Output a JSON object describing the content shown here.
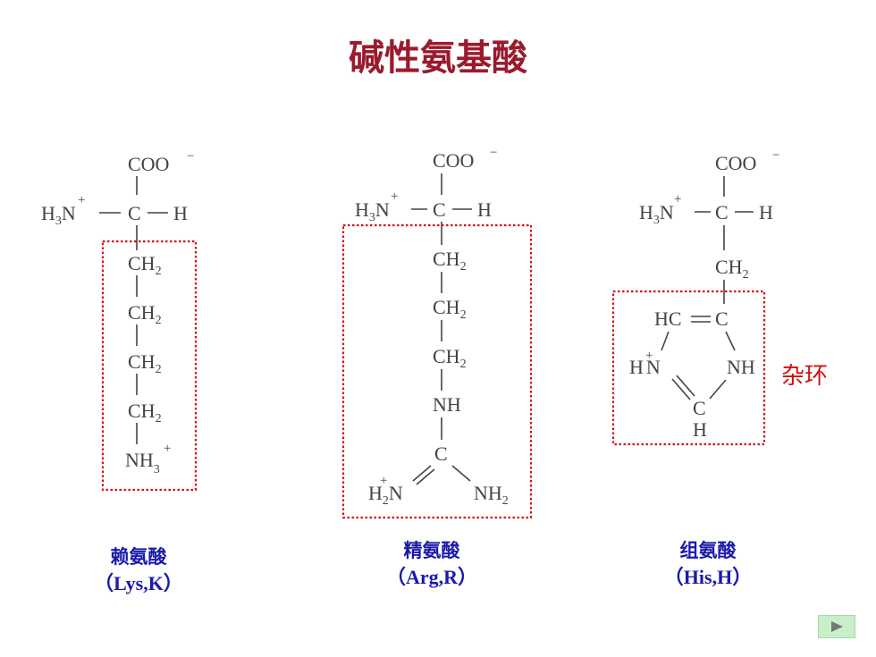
{
  "title": "碱性氨基酸",
  "colors": {
    "title": "#9a1a2c",
    "box": "#d01010",
    "names": "#1a1aaa",
    "ring_label": "#d01010",
    "structure": "#444444"
  },
  "structure_labels": {
    "coo": "COO",
    "minus": "−",
    "c": "C",
    "h": "H",
    "ch": "CH",
    "two": "2",
    "three": "3",
    "nh": "NH",
    "n": "N",
    "plus": "+",
    "hc": "HC",
    "eq": "=",
    "bs": "\\",
    "sl": "/"
  },
  "amino_acids": [
    {
      "name": "赖氨酸",
      "abbr": "（Lys,K）"
    },
    {
      "name": "精氨酸",
      "abbr": "（Arg,R）"
    },
    {
      "name": "组氨酸",
      "abbr": "（His,H）"
    }
  ],
  "ring_label": "杂环",
  "nav": {
    "icon": "play-icon"
  }
}
